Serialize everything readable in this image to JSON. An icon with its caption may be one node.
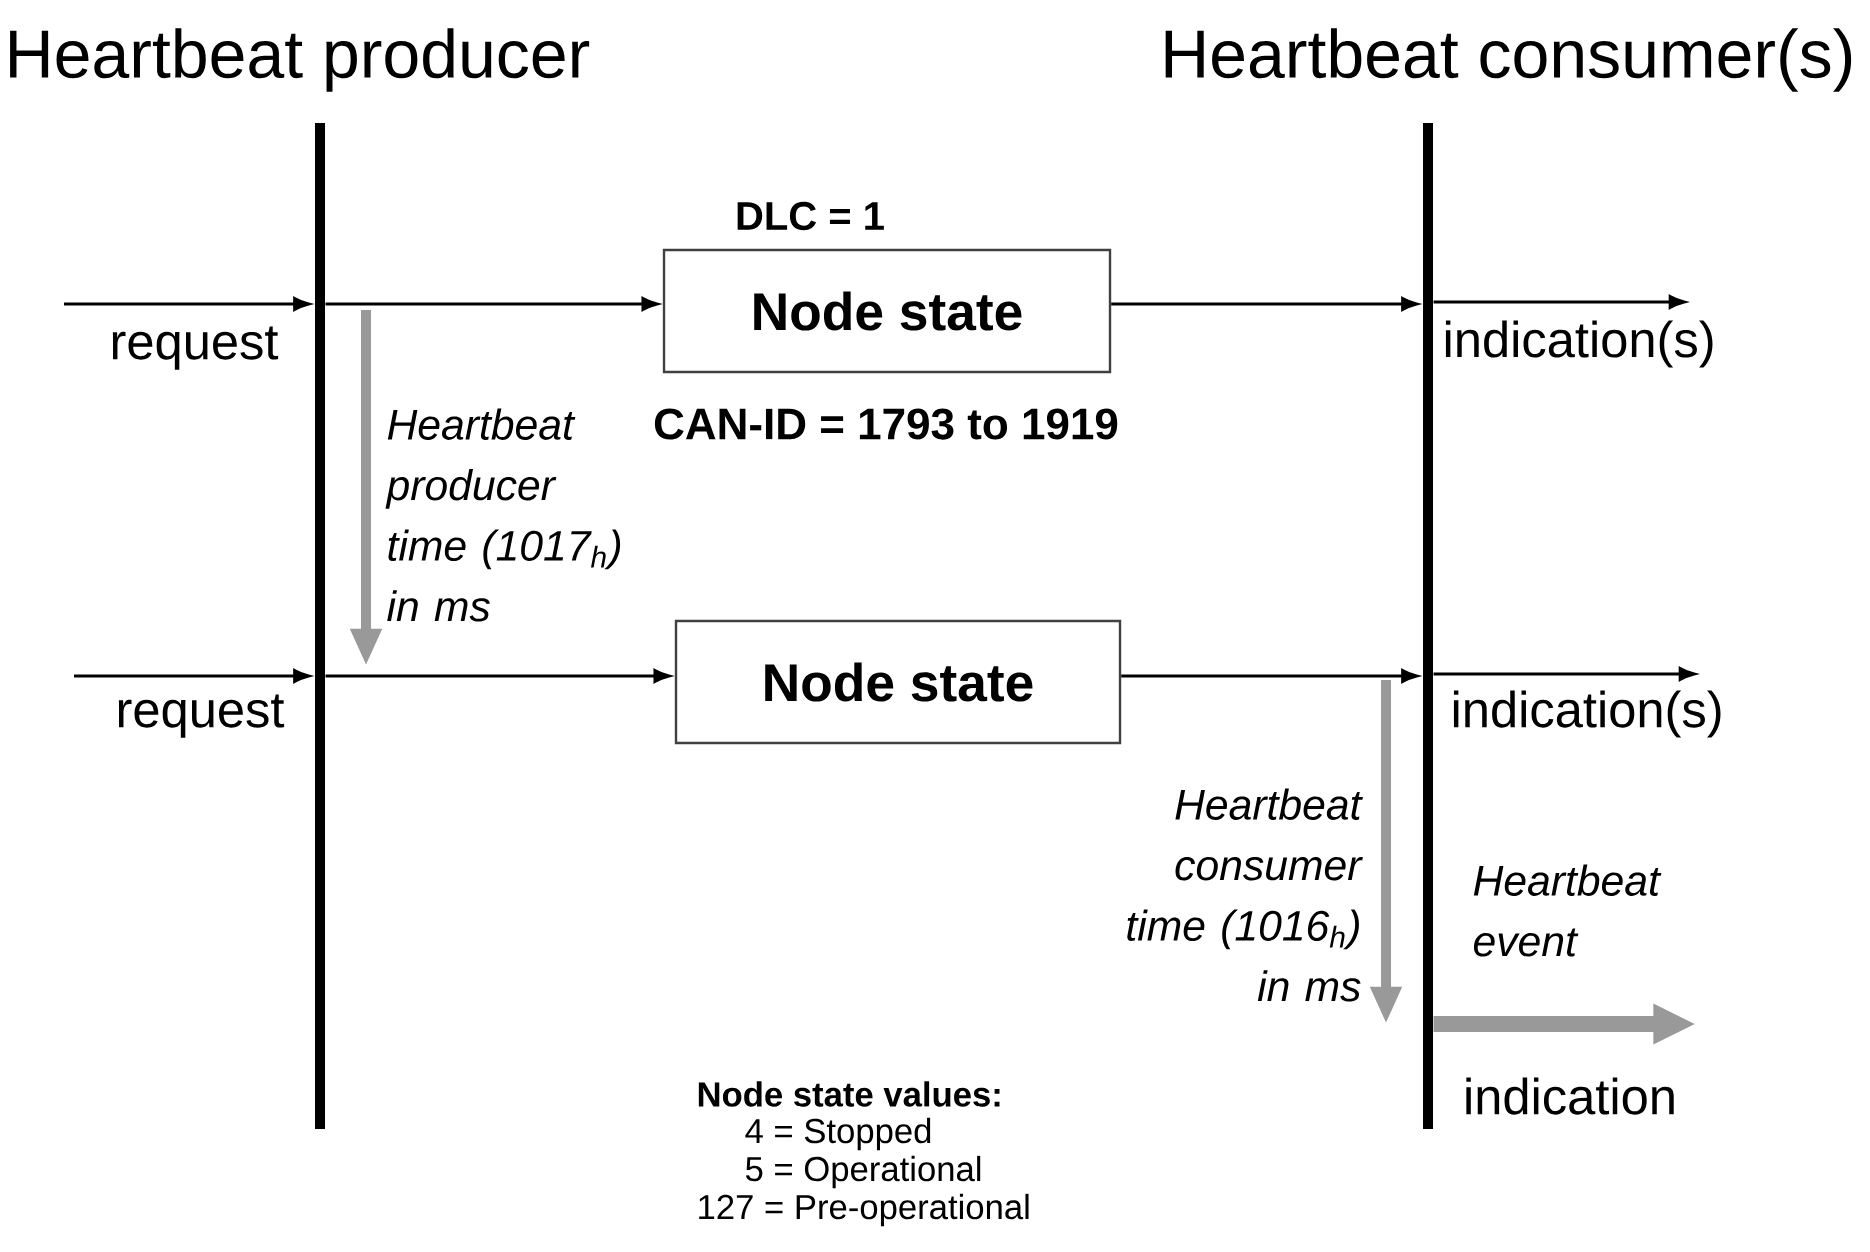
{
  "diagram": {
    "nodes": [
      {
        "text": [
          "Heartbeat producer"
        ]
      },
      {
        "text": [
          "Heartbeat consumer(s)"
        ]
      },
      {
        "text": [
          "Node state"
        ],
        "beside": [
          "DLC = 1",
          "CAN-ID = 1793 to 1919"
        ]
      },
      {
        "text": [
          "Node state"
        ]
      }
    ],
    "edges": [
      {
        "from": null,
        "to": 0,
        "arrow": "to",
        "label": "request"
      },
      {
        "from": 0,
        "to": 2,
        "arrow": "to"
      },
      {
        "from": 2,
        "to": 1,
        "arrow": "to"
      },
      {
        "from": 1,
        "to": null,
        "arrow": "to",
        "label": "indication(s)"
      },
      {
        "from": null,
        "to": 0,
        "arrow": "to",
        "label": "request"
      },
      {
        "from": 0,
        "to": 3,
        "arrow": "to"
      },
      {
        "from": 3,
        "to": 1,
        "arrow": "to"
      },
      {
        "from": 1,
        "to": null,
        "arrow": "to",
        "label": "indication(s)"
      },
      {
        "from": 1,
        "to": null,
        "arrow": "to",
        "label": "Heartbeat event",
        "style": "thick",
        "color": "#999999"
      }
    ],
    "labels": [
      "Heartbeat producer time (1017$_{h}$) in ms",
      "Heartbeat consumer time (1016$_{h}$) in ms",
      "indication",
      "Node state values:",
      "4 = Stopped",
      "5 = Operational",
      "127 = Pre-operational"
    ]
  }
}
